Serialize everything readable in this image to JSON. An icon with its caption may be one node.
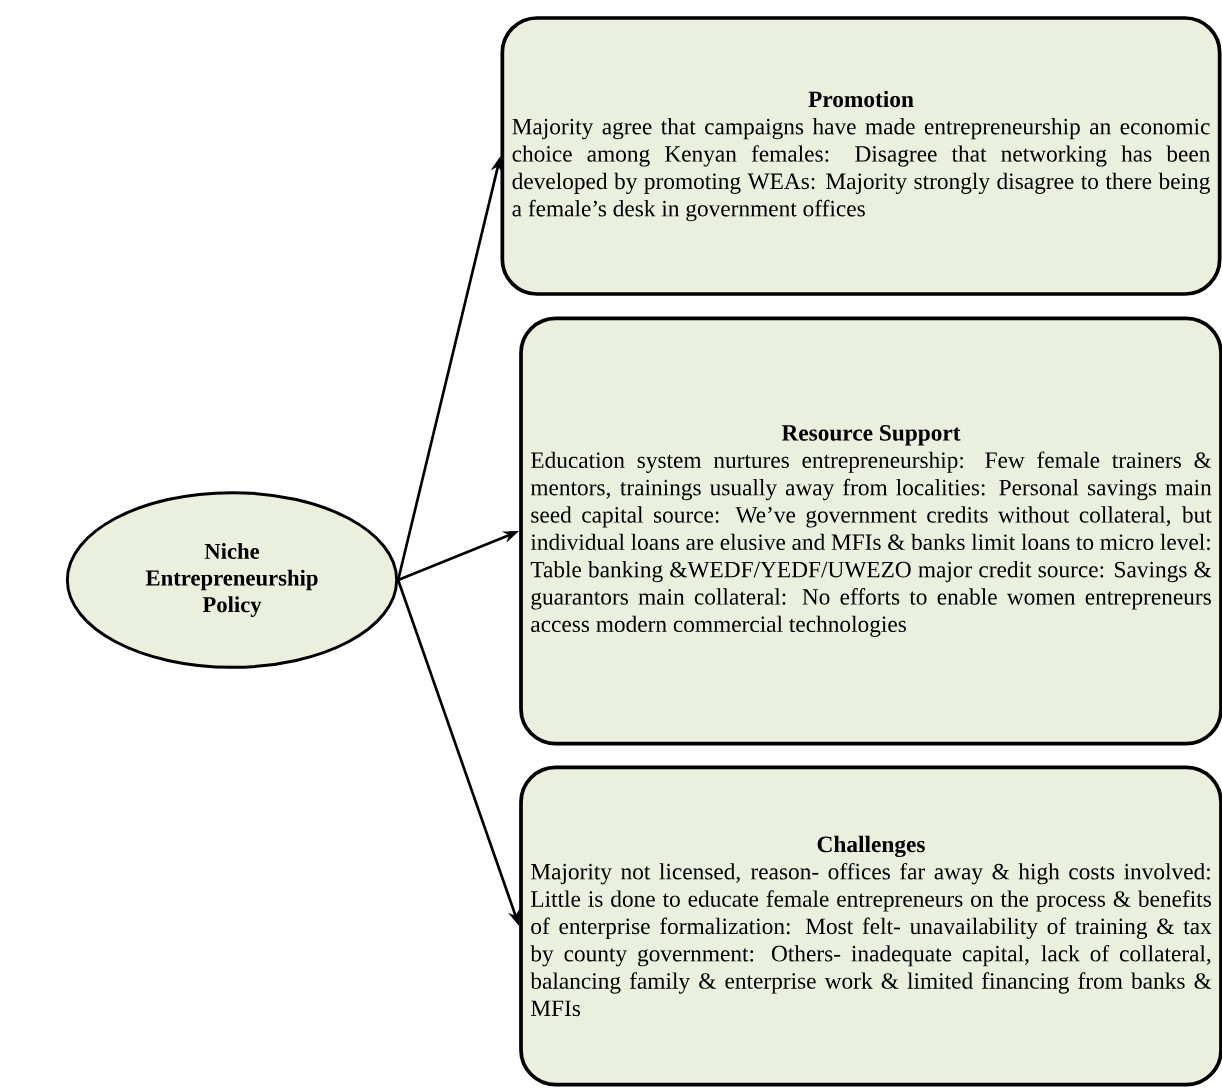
{
  "diagram": {
    "nodes": [
      {
        "text": [
          "Niche Entrepreneurship Policy"
        ]
      },
      {
        "text": [
          "Promotion",
          "Majority agree that campaigns have made entrepreneurship an economic choice among Kenyan females: Disagree that networking has been developed by promoting WEAs: Majority strongly disagree to there being a female’s desk in government offices"
        ]
      },
      {
        "text": [
          "Resource Support",
          "Education system nurtures entrepreneurship: Few female trainers & mentors, trainings usually away from localities: Personal savings main seed capital source: We’ve government credits without collateral, but individual loans are elusive and MFIs & banks limit loans to micro level: Table banking &WEDF/YEDF/UWEZO major credit source: Savings & guarantors main collateral: No efforts to enable women entrepreneurs access modern commercial technologies"
        ]
      },
      {
        "text": [
          "Challenges",
          "Majority not licensed, reason- offices far away & high costs involved: Little is done to educate female entrepreneurs on the process & benefits of enterprise formalization: Most felt- unavailability of training & tax by county government: Others- inadequate capital, lack of collateral, balancing family & enterprise work & limited financing from banks & MFIs"
        ]
      }
    ],
    "edges": [
      {
        "from": 0,
        "to": 1,
        "arrow": "to"
      },
      {
        "from": 0,
        "to": 2,
        "arrow": "to"
      },
      {
        "from": 0,
        "to": 3,
        "arrow": "to"
      }
    ]
  }
}
